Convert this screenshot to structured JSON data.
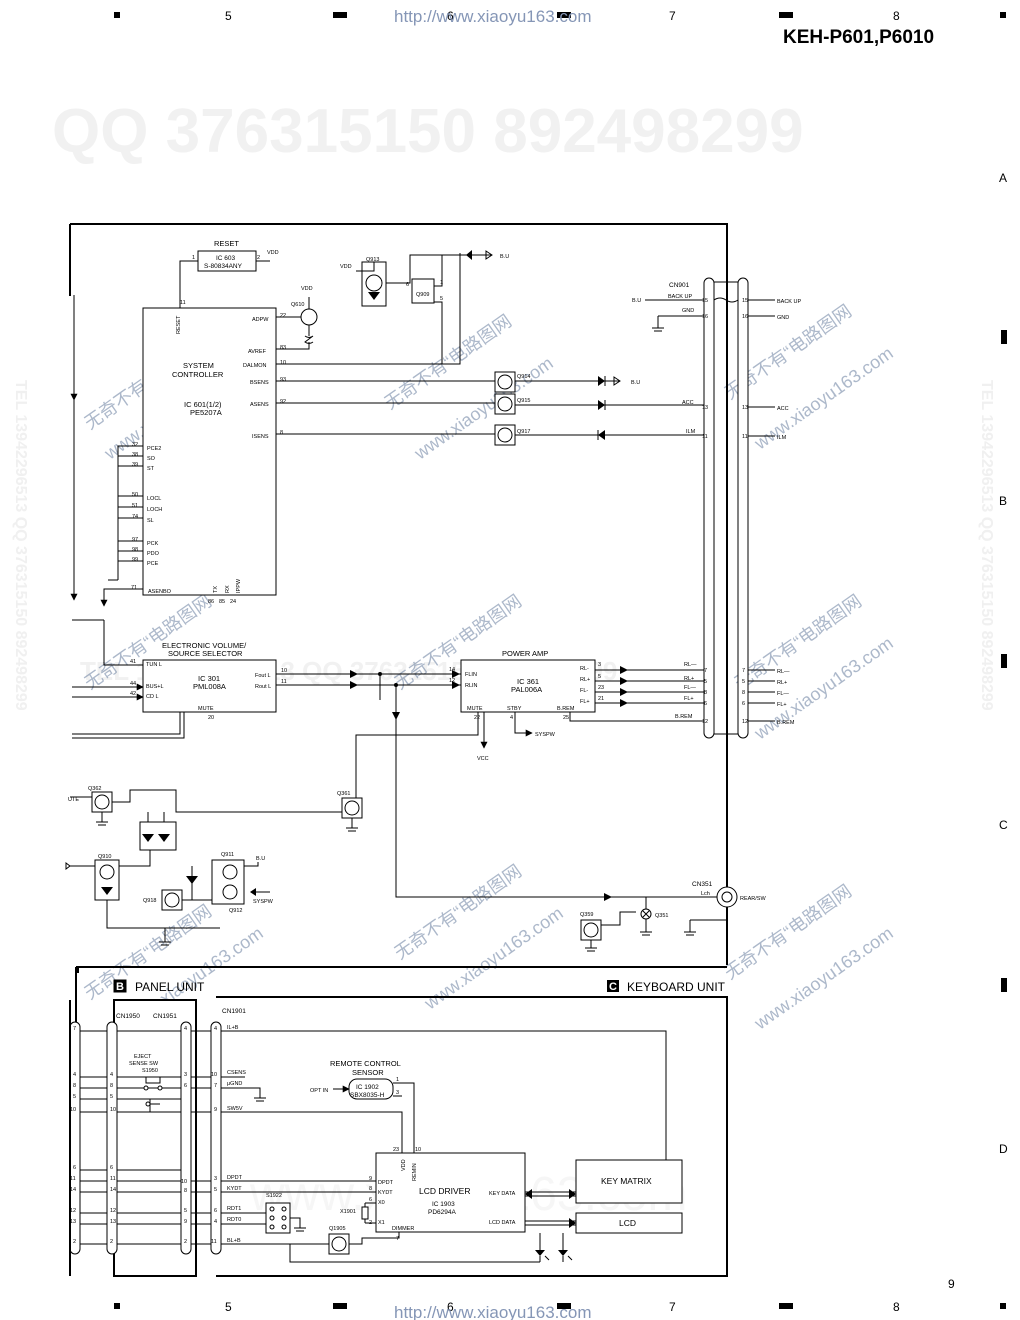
{
  "page": {
    "model": "KEH-P601,P6010",
    "page_number": "9",
    "watermark_url": "http://www.xiaoyu163.com",
    "watermark_qq": "QQ 376315150    892498299",
    "watermark_tel": "TEL 13942296513  QQ 376315150  892498299",
    "watermark_vertical_mid": "TEL 13942296513",
    "watermark_cn": "无奇不有“电路图网",
    "watermark_site": "www.xiaoyu163.com",
    "watermark_big": "www.xiaoyu163.com"
  },
  "grid": {
    "columns": [
      "5",
      "6",
      "7",
      "8"
    ],
    "rows": [
      "A",
      "B",
      "C",
      "D"
    ]
  },
  "sections": {
    "panel_letter": "B",
    "panel_unit": "PANEL UNIT",
    "keyboard_letter": "C",
    "keyboard_unit": "KEYBOARD UNIT"
  },
  "blocks": {
    "reset_title": "RESET",
    "ic603": "IC 603",
    "ic603_part": "S-80834ANY",
    "system_controller_1": "SYSTEM",
    "system_controller_2": "CONTROLLER",
    "ic601": "IC 601(1/2)",
    "ic601_part": "PE5207A",
    "evol_title_1": "ELECTRONIC VOLUME/",
    "evol_title_2": "SOURCE SELECTOR",
    "ic301": "IC 301",
    "ic301_part": "PML008A",
    "power_amp_title": "POWER AMP",
    "ic361": "IC 361",
    "ic361_part": "PAL006A",
    "remote_title_1": "REMOTE CONTROL",
    "remote_title_2": "SENSOR",
    "ic1902": "IC 1902",
    "ic1902_part": "SBX8035-H",
    "lcd_driver": "LCD DRIVER",
    "ic1903": "IC 1903",
    "ic1903_part": "PD6294A",
    "key_matrix": "KEY MATRIX",
    "lcd": "LCD",
    "q909": "Q909"
  },
  "components": {
    "q913": "Q913",
    "q610": "Q610",
    "q914": "Q914",
    "q915": "Q915",
    "q917": "Q917",
    "q362": "Q362",
    "q361": "Q361",
    "q910": "Q910",
    "q911": "Q911",
    "q912": "Q912",
    "q918": "Q918",
    "q359": "Q359",
    "q351": "Q351",
    "q1905": "Q1905",
    "cn901": "CN901",
    "cn351": "CN351",
    "cn351_lch": "Lch",
    "rear_sw": "REAR/SW",
    "cn1950": "CN1950",
    "cn1951": "CN1951",
    "cn1901": "CN1901",
    "eject_1": "EJECT",
    "eject_2": "SENSE SW",
    "s1950": "S1950",
    "s1922": "S1922",
    "x1901": "X1901",
    "opt_in": "OPT IN"
  },
  "power": {
    "vdd": "VDD",
    "bu": "B.U",
    "vcc": "VCC",
    "syspw": "SYSPW",
    "mute_frag": "UTE"
  },
  "pins": {
    "sc_pins": [
      "11",
      "22",
      "83",
      "10",
      "93",
      "92",
      "8",
      "32",
      "38",
      "39",
      "50",
      "51",
      "74",
      "97",
      "98",
      "99",
      "71",
      "86",
      "85",
      "24"
    ],
    "sc_labels": [
      "RESET",
      "ADPW",
      "AVREF",
      "DALMON",
      "BSENS",
      "ASENS",
      "ISENS",
      "PCE2",
      "SO",
      "ST",
      "LOCL",
      "LOCH",
      "SL",
      "PCK",
      "PDO",
      "PCE",
      "ASENBO",
      "TX",
      "RX",
      "IPPW"
    ],
    "reset_pins": [
      "1",
      "2"
    ],
    "q909_pins": [
      "6",
      "1",
      "5"
    ],
    "evol_pins": [
      "41",
      "44",
      "42",
      "10",
      "11",
      "20"
    ],
    "evol_labels": [
      "TUN L",
      "BUS+L",
      "CD L",
      "Fout L",
      "Rout L",
      "MUTE"
    ],
    "amp_in_pins": [
      "14",
      "12",
      "22",
      "4",
      "25"
    ],
    "amp_in_labels": [
      "FLIN",
      "RLIN",
      "MUTE",
      "STBY",
      "B.REM"
    ],
    "amp_out_pins": [
      "3",
      "5",
      "23",
      "21"
    ],
    "amp_out_labels": [
      "RL-",
      "RL+",
      "FL-",
      "FL+"
    ]
  },
  "cn901": {
    "left_labels": [
      "BACK UP",
      "GND",
      "ACC",
      "ILM",
      "RL—",
      "RL+",
      "FL—",
      "FL+",
      "B.REM",
      "B.U"
    ],
    "pins": [
      "15",
      "16",
      "13",
      "11",
      "7",
      "5",
      "8",
      "6",
      "12"
    ],
    "right_labels": [
      "BACK UP",
      "GND",
      "ACC",
      "ILM",
      "RL—",
      "RL+",
      "FL—",
      "FL+",
      "B.REM"
    ]
  },
  "panel": {
    "left_pins": [
      "7",
      "4",
      "8",
      "5",
      "10",
      "6",
      "11",
      "14",
      "12",
      "13",
      "2"
    ],
    "mid_pins": [
      "4",
      "3",
      "6",
      "10",
      "8",
      "5",
      "9",
      "2"
    ],
    "right_pins": [
      "4",
      "10",
      "7",
      "9",
      "3",
      "5",
      "6",
      "4",
      "11"
    ],
    "kb_labels": [
      "IL+B",
      "CSENS",
      "μGND",
      "SW5V",
      "DPDT",
      "KYDT",
      "RDT1",
      "RDT0",
      "BL+B"
    ],
    "ic1902_pins": [
      "1",
      "3"
    ],
    "ic1903_pins": [
      "23",
      "10",
      "9",
      "8",
      "6",
      "3",
      "2",
      "7"
    ],
    "ic1903_labels": [
      "VDD",
      "REMIN",
      "DPDT",
      "KYDT",
      "X0",
      "X1",
      "DIMMER",
      "KEY DATA",
      "LCD DATA"
    ]
  }
}
